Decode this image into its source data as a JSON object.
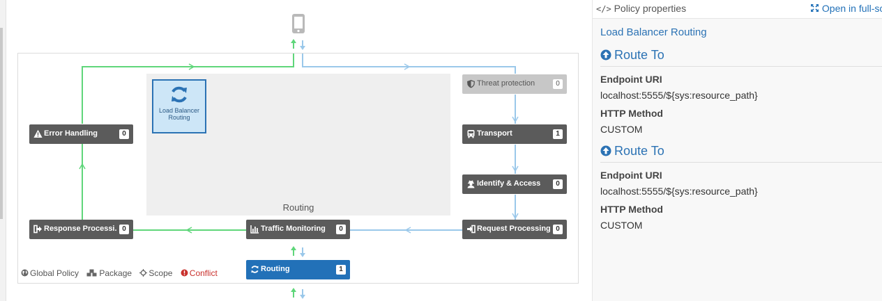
{
  "canvas": {
    "routing_panel_label": "Routing",
    "selected_policy": {
      "label": "Load Balancer Routing",
      "icon": "refresh-icon"
    }
  },
  "nodes": {
    "threat_protection": {
      "label": "Threat protection",
      "count": "0",
      "icon": "shield-icon",
      "state": "disabled"
    },
    "transport": {
      "label": "Transport",
      "count": "1",
      "icon": "bus-icon"
    },
    "identify_access": {
      "label": "Identify & Access",
      "count": "0",
      "icon": "user-secret-icon"
    },
    "request_processing": {
      "label": "Request Processing",
      "count": "0",
      "icon": "sign-in-icon"
    },
    "traffic_monitoring": {
      "label": "Traffic Monitoring",
      "count": "0",
      "icon": "bar-chart-icon"
    },
    "response_processing": {
      "label": "Response Processi...",
      "count": "0",
      "icon": "sign-out-icon"
    },
    "error_handling": {
      "label": "Error Handling",
      "count": "0",
      "icon": "warning-icon"
    },
    "routing": {
      "label": "Routing",
      "count": "1",
      "icon": "refresh-icon",
      "state": "active"
    }
  },
  "legend": {
    "global_policy": "Global Policy",
    "package": "Package",
    "scope": "Scope",
    "conflict": "Conflict"
  },
  "properties": {
    "title": "Policy properties",
    "fullscreen_label": "Open in full-sc",
    "policy_name": "Load Balancer Routing",
    "sections": [
      {
        "heading": "Route To",
        "endpoint_label": "Endpoint URI",
        "endpoint_value": "localhost:5555/${sys:resource_path}",
        "method_label": "HTTP Method",
        "method_value": "CUSTOM"
      },
      {
        "heading": "Route To",
        "endpoint_label": "Endpoint URI",
        "endpoint_value": "localhost:5555/${sys:resource_path}",
        "method_label": "HTTP Method",
        "method_value": "CUSTOM"
      }
    ]
  },
  "colors": {
    "request_flow": "#9ac8ea",
    "response_flow": "#5fd67a",
    "accent": "#2271b8",
    "conflict": "#c9302c"
  }
}
